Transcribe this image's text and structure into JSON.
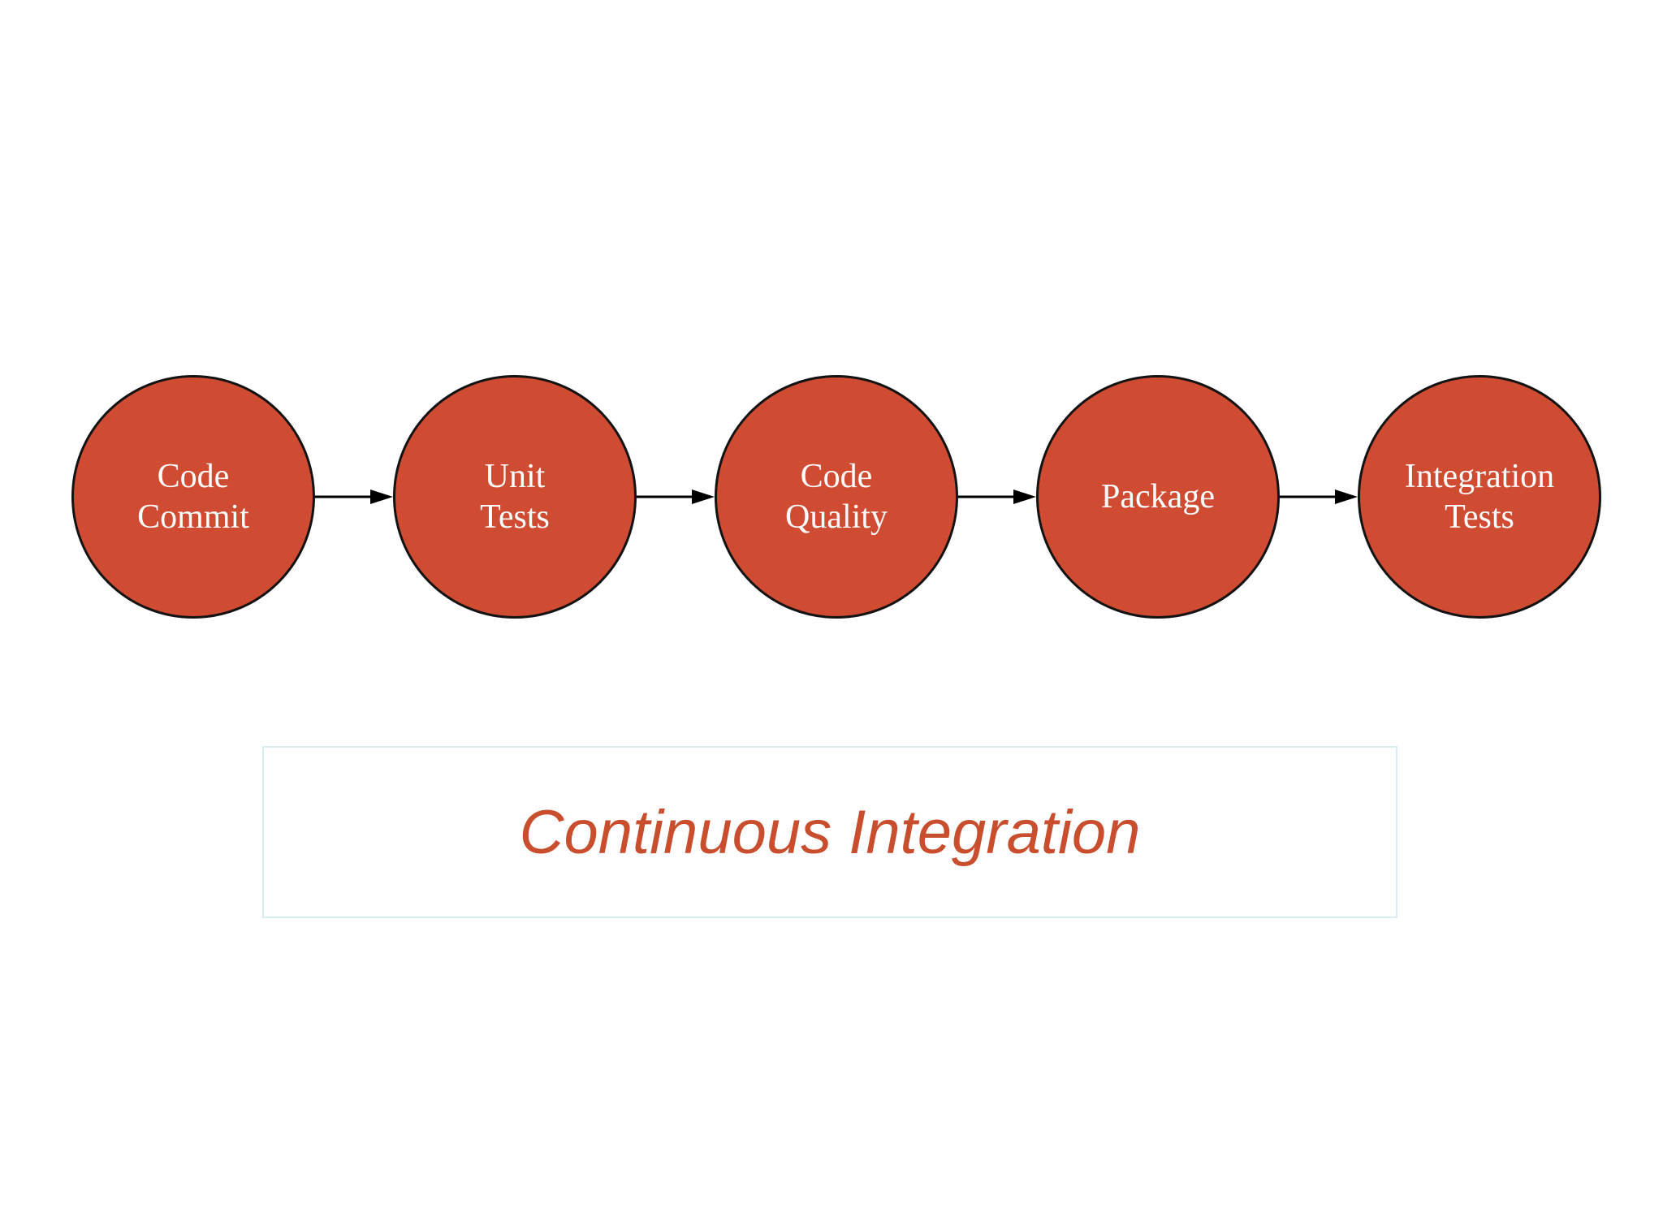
{
  "title": {
    "label": "Continuous Integration"
  },
  "pipeline": {
    "stages": [
      {
        "label": "Code\nCommit"
      },
      {
        "label": "Unit\nTests"
      },
      {
        "label": "Code\nQuality"
      },
      {
        "label": "Package"
      },
      {
        "label": "Integration\nTests"
      }
    ]
  },
  "colors": {
    "stage-fill": "#cf4b31",
    "stage-border": "#131313",
    "stage-text": "#ffffff",
    "arrow": "#000000",
    "title-text": "#c94e2e",
    "title-box-border": "#daeef2",
    "background": "#ffffff"
  }
}
